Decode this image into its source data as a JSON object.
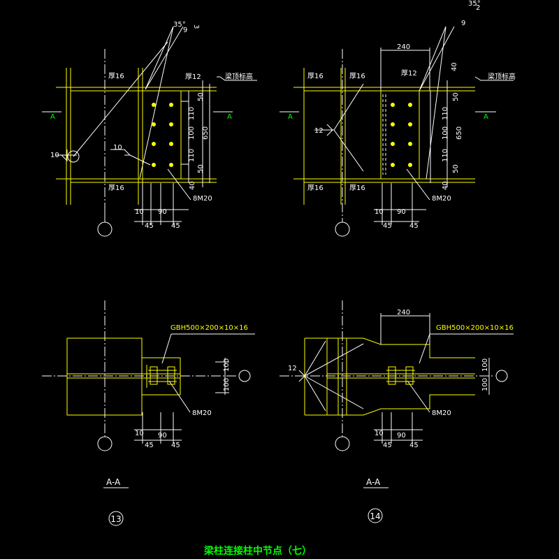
{
  "title": "梁柱连接柱中节点（七）",
  "weld_angle": "35°",
  "weld_size_top": "9",
  "weld_gap_13": "3",
  "weld_gap_14": "2",
  "thk_flange": "厚16",
  "thk_plate": "厚12",
  "beam_top_label": "梁顶标高",
  "section_mark": "A",
  "weld_10": "10",
  "weld_12": "12",
  "dim_240": "240",
  "dim_40": "40",
  "dim_50": "50",
  "dim_110": "110",
  "dim_100": "100",
  "dim_650": "650",
  "dim_10": "10",
  "dim_90": "90",
  "dim_45": "45",
  "bolts": "8M20",
  "beam_spec": "GBH500×200×10×16",
  "section_title": "A-A",
  "detail_13": "13",
  "detail_14": "14",
  "colors": {
    "line": "#ffffff",
    "member": "#ffff00",
    "accent": "#00ff00",
    "bolt": "#ffff00"
  }
}
